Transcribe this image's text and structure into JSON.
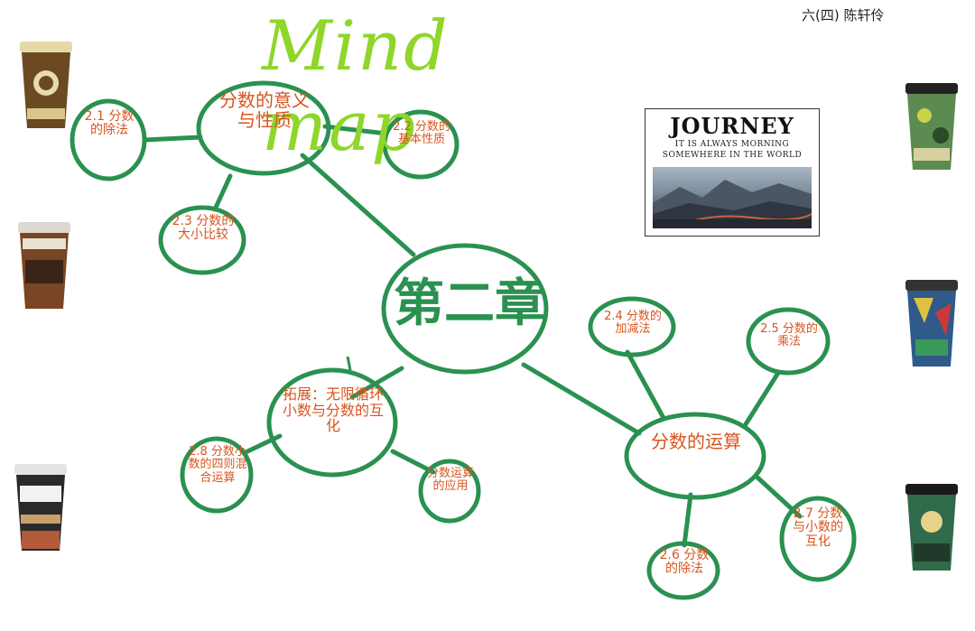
{
  "title": "Mind map",
  "signature": "六(四) 陈轩伶",
  "poster": {
    "heading": "JOURNEY",
    "line1": "IT IS ALWAYS MORNING",
    "line2": "SOMEWHERE IN THE WORLD"
  },
  "center": "第二章",
  "nodes": {
    "n_meaning": "分数的意义与性质",
    "n_21": "2.1 分数的除法",
    "n_22": "2.2 分数的基本性质",
    "n_23": "2.3 分数的大小比较",
    "n_ext": "拓展：无限循环小数与分数的互化",
    "n_28": "2.8 分数小数的四则混合运算",
    "n_app": "分数运算的应用",
    "n_ops": "分数的运算",
    "n_24": "2.4 分数的加减法",
    "n_25": "2.5 分数的乘法",
    "n_26": "2.6 分数的除法",
    "n_27": "2.7 分数与小数的互化"
  },
  "colors": {
    "ink_green": "#2a9150",
    "ink_orange": "#d9541f",
    "title_green": "#8ed62a"
  },
  "decorations": {
    "cups": [
      "coffee-cup-icon",
      "coffee-cup-icon",
      "coffee-cup-icon",
      "coffee-cup-icon",
      "coffee-cup-icon",
      "coffee-cup-icon"
    ]
  }
}
